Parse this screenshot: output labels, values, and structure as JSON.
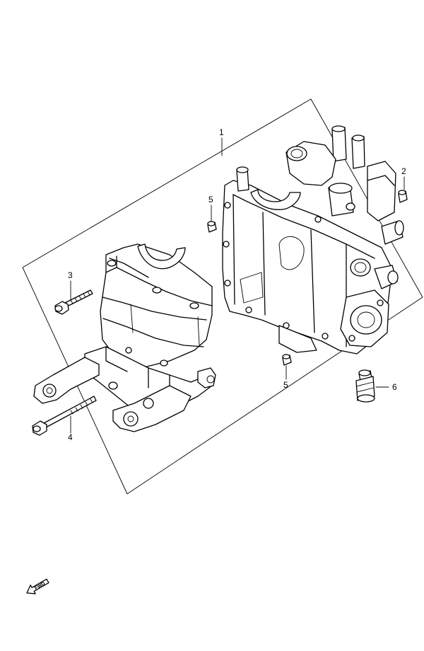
{
  "callouts": {
    "part_1": "1",
    "part_2": "2",
    "part_3": "3",
    "part_4": "4",
    "part_5_upper": "5",
    "part_5_lower": "5",
    "part_6": "6"
  },
  "fwd_label": "FWD",
  "icons": [
    "fwd-arrow-icon"
  ]
}
